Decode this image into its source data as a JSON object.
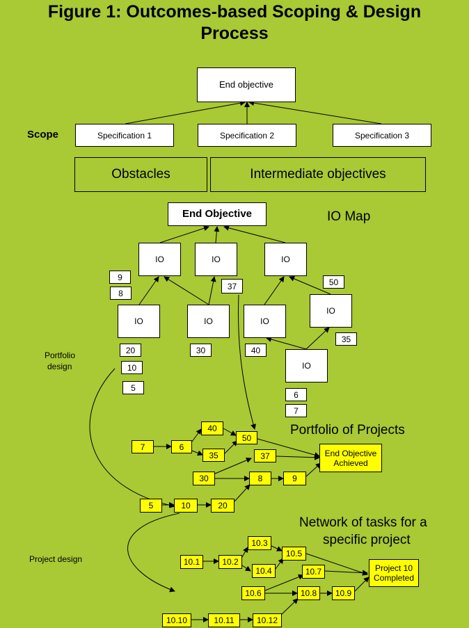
{
  "title": {
    "line1": "Figure 1: Outcomes-based Scoping & Design",
    "line2": "Process"
  },
  "scope": {
    "label": "Scope",
    "end_objective": "End objective",
    "specifications": [
      "Specification 1",
      "Specification 2",
      "Specification 3"
    ],
    "obstacles": "Obstacles",
    "intermediate_objectives": "Intermediate objectives"
  },
  "io_map": {
    "label": "IO Map",
    "end_objective": "End Objective",
    "io_label": "IO",
    "numbers": [
      "9",
      "8",
      "37",
      "50",
      "20",
      "30",
      "40",
      "35",
      "10",
      "5",
      "6",
      "7"
    ]
  },
  "portfolio": {
    "design_label_line1": "Portfolio",
    "design_label_line2": "design",
    "title": "Portfolio of Projects",
    "nodes": [
      "7",
      "6",
      "40",
      "35",
      "50",
      "37",
      "30",
      "8",
      "9",
      "5",
      "10",
      "20"
    ],
    "end_line1": "End Objective",
    "end_line2": "Achieved"
  },
  "project": {
    "design_label": "Project design",
    "title_line1": "Network of tasks for a",
    "title_line2": "specific project",
    "tasks": [
      "10.1",
      "10.2",
      "10.3",
      "10.4",
      "10.5",
      "10.7",
      "10.6",
      "10.8",
      "10.9",
      "10.10",
      "10.11",
      "10.12"
    ],
    "end_line1": "Project 10",
    "end_line2": "Completed"
  }
}
